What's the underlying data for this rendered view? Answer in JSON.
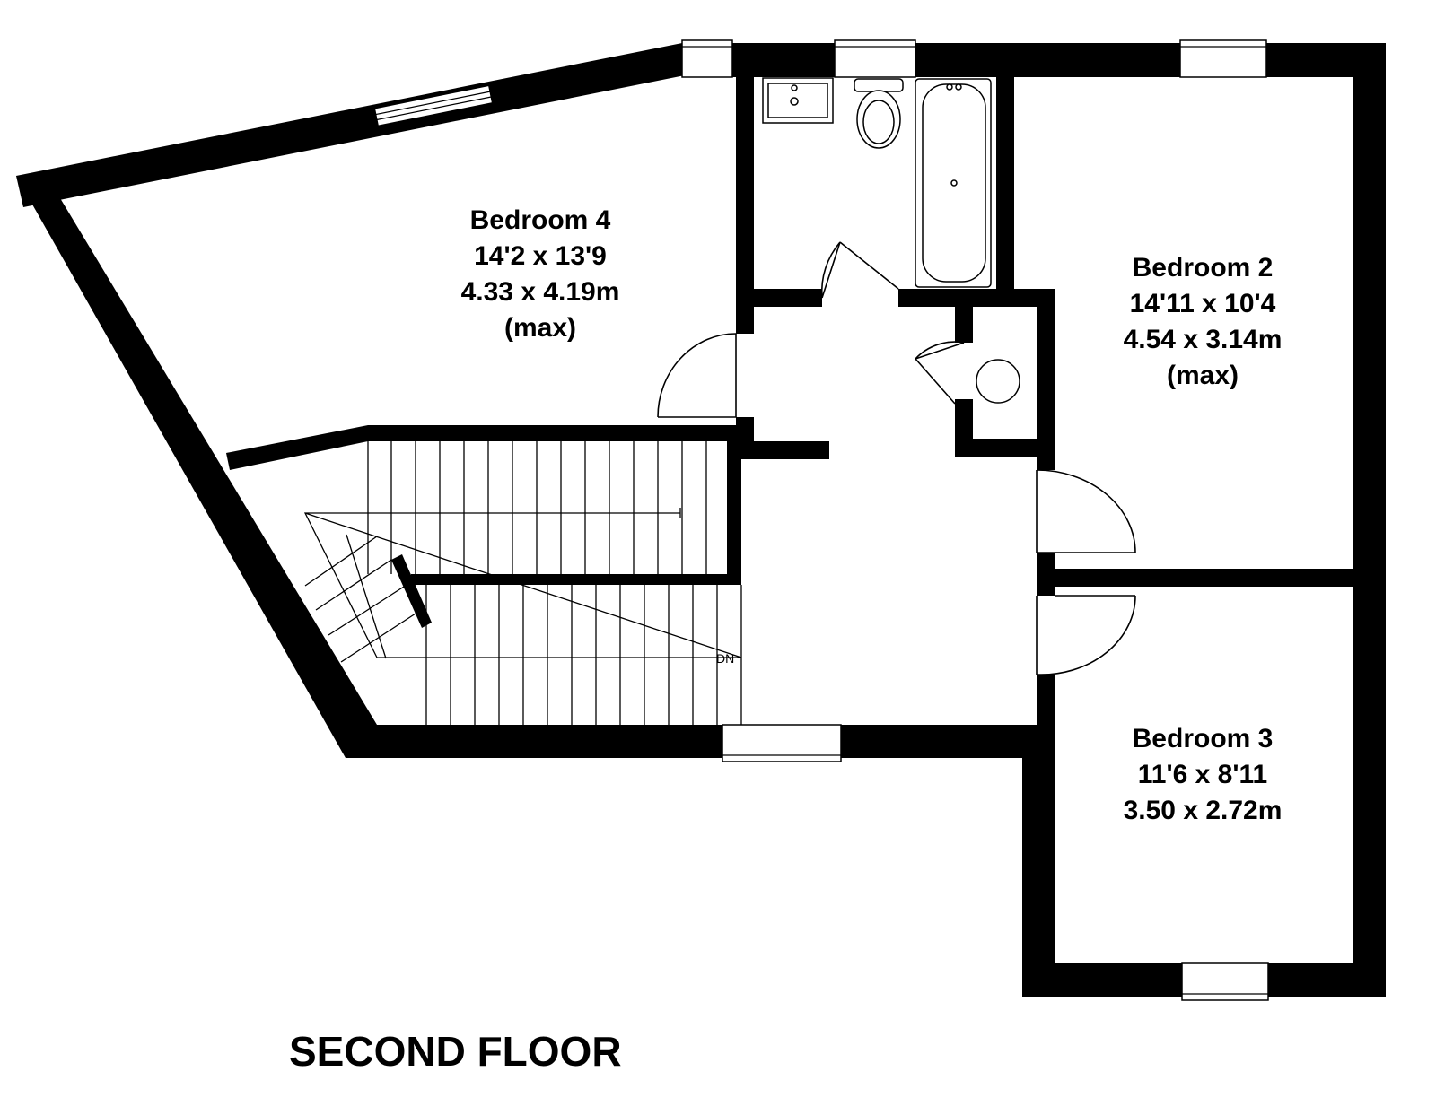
{
  "floor_title": "SECOND FLOOR",
  "stairs_label": "DN",
  "rooms": [
    {
      "name": "Bedroom 4",
      "size_imperial": "14'2 x 13'9",
      "size_metric": "4.33 x 4.19m",
      "note": "(max)"
    },
    {
      "name": "Bedroom 2",
      "size_imperial": "14'11 x 10'4",
      "size_metric": "4.54 x 3.14m",
      "note": "(max)"
    },
    {
      "name": "Bedroom 3",
      "size_imperial": "11'6 x 8'11",
      "size_metric": "3.50 x 2.72m"
    }
  ],
  "colors": {
    "wall": "#000000",
    "background": "#ffffff"
  }
}
